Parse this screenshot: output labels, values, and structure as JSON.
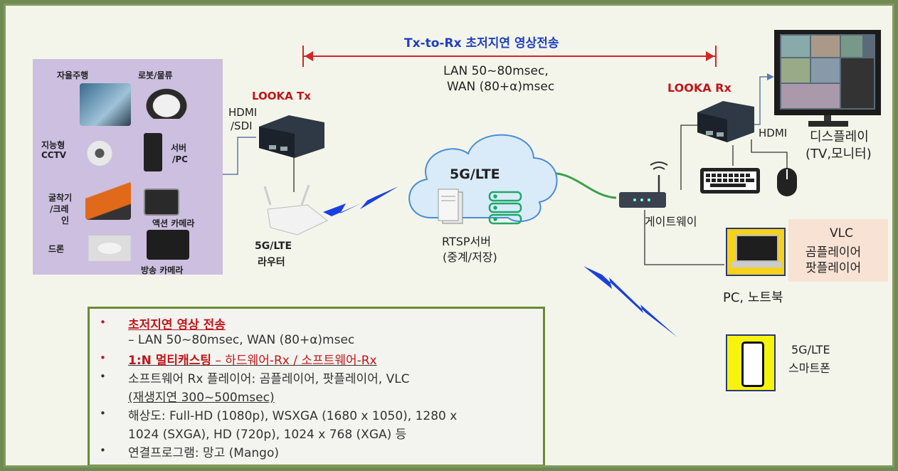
{
  "header": {
    "title": "Tx-to-Rx 초저지연 영상전송",
    "latency_line1": "LAN 50~80msec,",
    "latency_line2": "WAN (80+α)msec"
  },
  "sources": {
    "autonomous": "자율주행",
    "robot": "로봇/물류",
    "cctv1": "지능형",
    "cctv2": "CCTV",
    "server1": "서버",
    "server2": "/PC",
    "excavator1": "굴착기",
    "excavator2": "/크레",
    "excavator3": "인",
    "action_cam": "액션 카메라",
    "drone": "드론",
    "broadcast_cam": "방송 카메라"
  },
  "tx": {
    "label": "LOOKA Tx",
    "input1": "HDMI",
    "input2": "/SDI"
  },
  "router": {
    "line1": "5G/LTE",
    "line2": "라우터"
  },
  "cloud": {
    "label": "5G/LTE",
    "server1": "RTSP서버",
    "server2": "(중계/저장)"
  },
  "rx": {
    "label": "LOOKA Rx",
    "hdmi": "HDMI"
  },
  "display": {
    "line1": "디스플레이",
    "line2": "(TV,모니터)"
  },
  "gateway": {
    "label": "게이트웨이"
  },
  "players": {
    "line1": "VLC",
    "line2": "곰플레이어",
    "line3": "팟플레이어"
  },
  "pc": {
    "label": "PC, 노트북"
  },
  "phone": {
    "line1": "5G/LTE",
    "line2": "스마트폰"
  },
  "info": {
    "bullet": "•",
    "item1": "초저지연 영상 전송",
    "item1_sub": "– LAN 50~80msec, WAN (80+α)msec",
    "item2_a": "1:N 멀티캐스팅",
    "item2_b": " – 하드웨어-Rx / 소프트웨어-Rx",
    "item3": "소프트웨어 Rx 플레이어: 곰플레이어, 팟플레이어, VLC",
    "item3_sub": "(재생지연 300~500msec)",
    "item4": "해상도: Full-HD (1080p), WSXGA (1680 x 1050), 1280 x",
    "item4_sub": "1024 (SXGA), HD (720p), 1024 x 768 (XGA) 등",
    "item5": "연결프로그램: 망고 (Mango)"
  },
  "colors": {
    "accent_red": "#c0161b",
    "title_blue": "#1f3fbf",
    "frame_green": "#829a5f",
    "lightning_blue": "#1a3fe0"
  }
}
